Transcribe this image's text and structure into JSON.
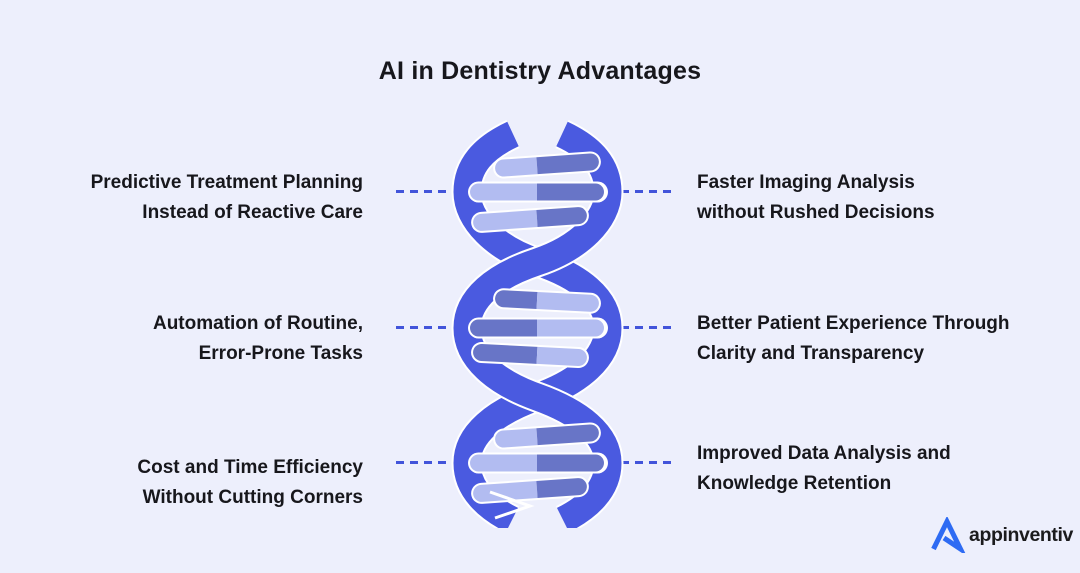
{
  "title": "AI in Dentistry Advantages",
  "items": {
    "left": [
      {
        "line1": "Predictive Treatment Planning",
        "line2": "Instead of Reactive Care"
      },
      {
        "line1": "Automation of Routine,",
        "line2": "Error-Prone Tasks"
      },
      {
        "line1": "Cost and Time Efficiency",
        "line2": "Without Cutting Corners"
      }
    ],
    "right": [
      {
        "line1": "Faster Imaging Analysis",
        "line2": "without Rushed Decisions"
      },
      {
        "line1": "Better Patient Experience Through",
        "line2": "Clarity and Transparency"
      },
      {
        "line1": "Improved Data Analysis and",
        "line2": "Knowledge Retention"
      }
    ]
  },
  "logo": {
    "brand": "appinventiv"
  },
  "graphic": {
    "label": "dna-helix"
  },
  "colors": {
    "background": "#edeffc",
    "helix_ribbon": "#4a5ae0",
    "rung_light": "#b2bcf1",
    "rung_dark": "#6875c7",
    "connector_dash": "#4254da",
    "heading_text": "#17171c",
    "logo_blue": "#2e6bf3"
  }
}
